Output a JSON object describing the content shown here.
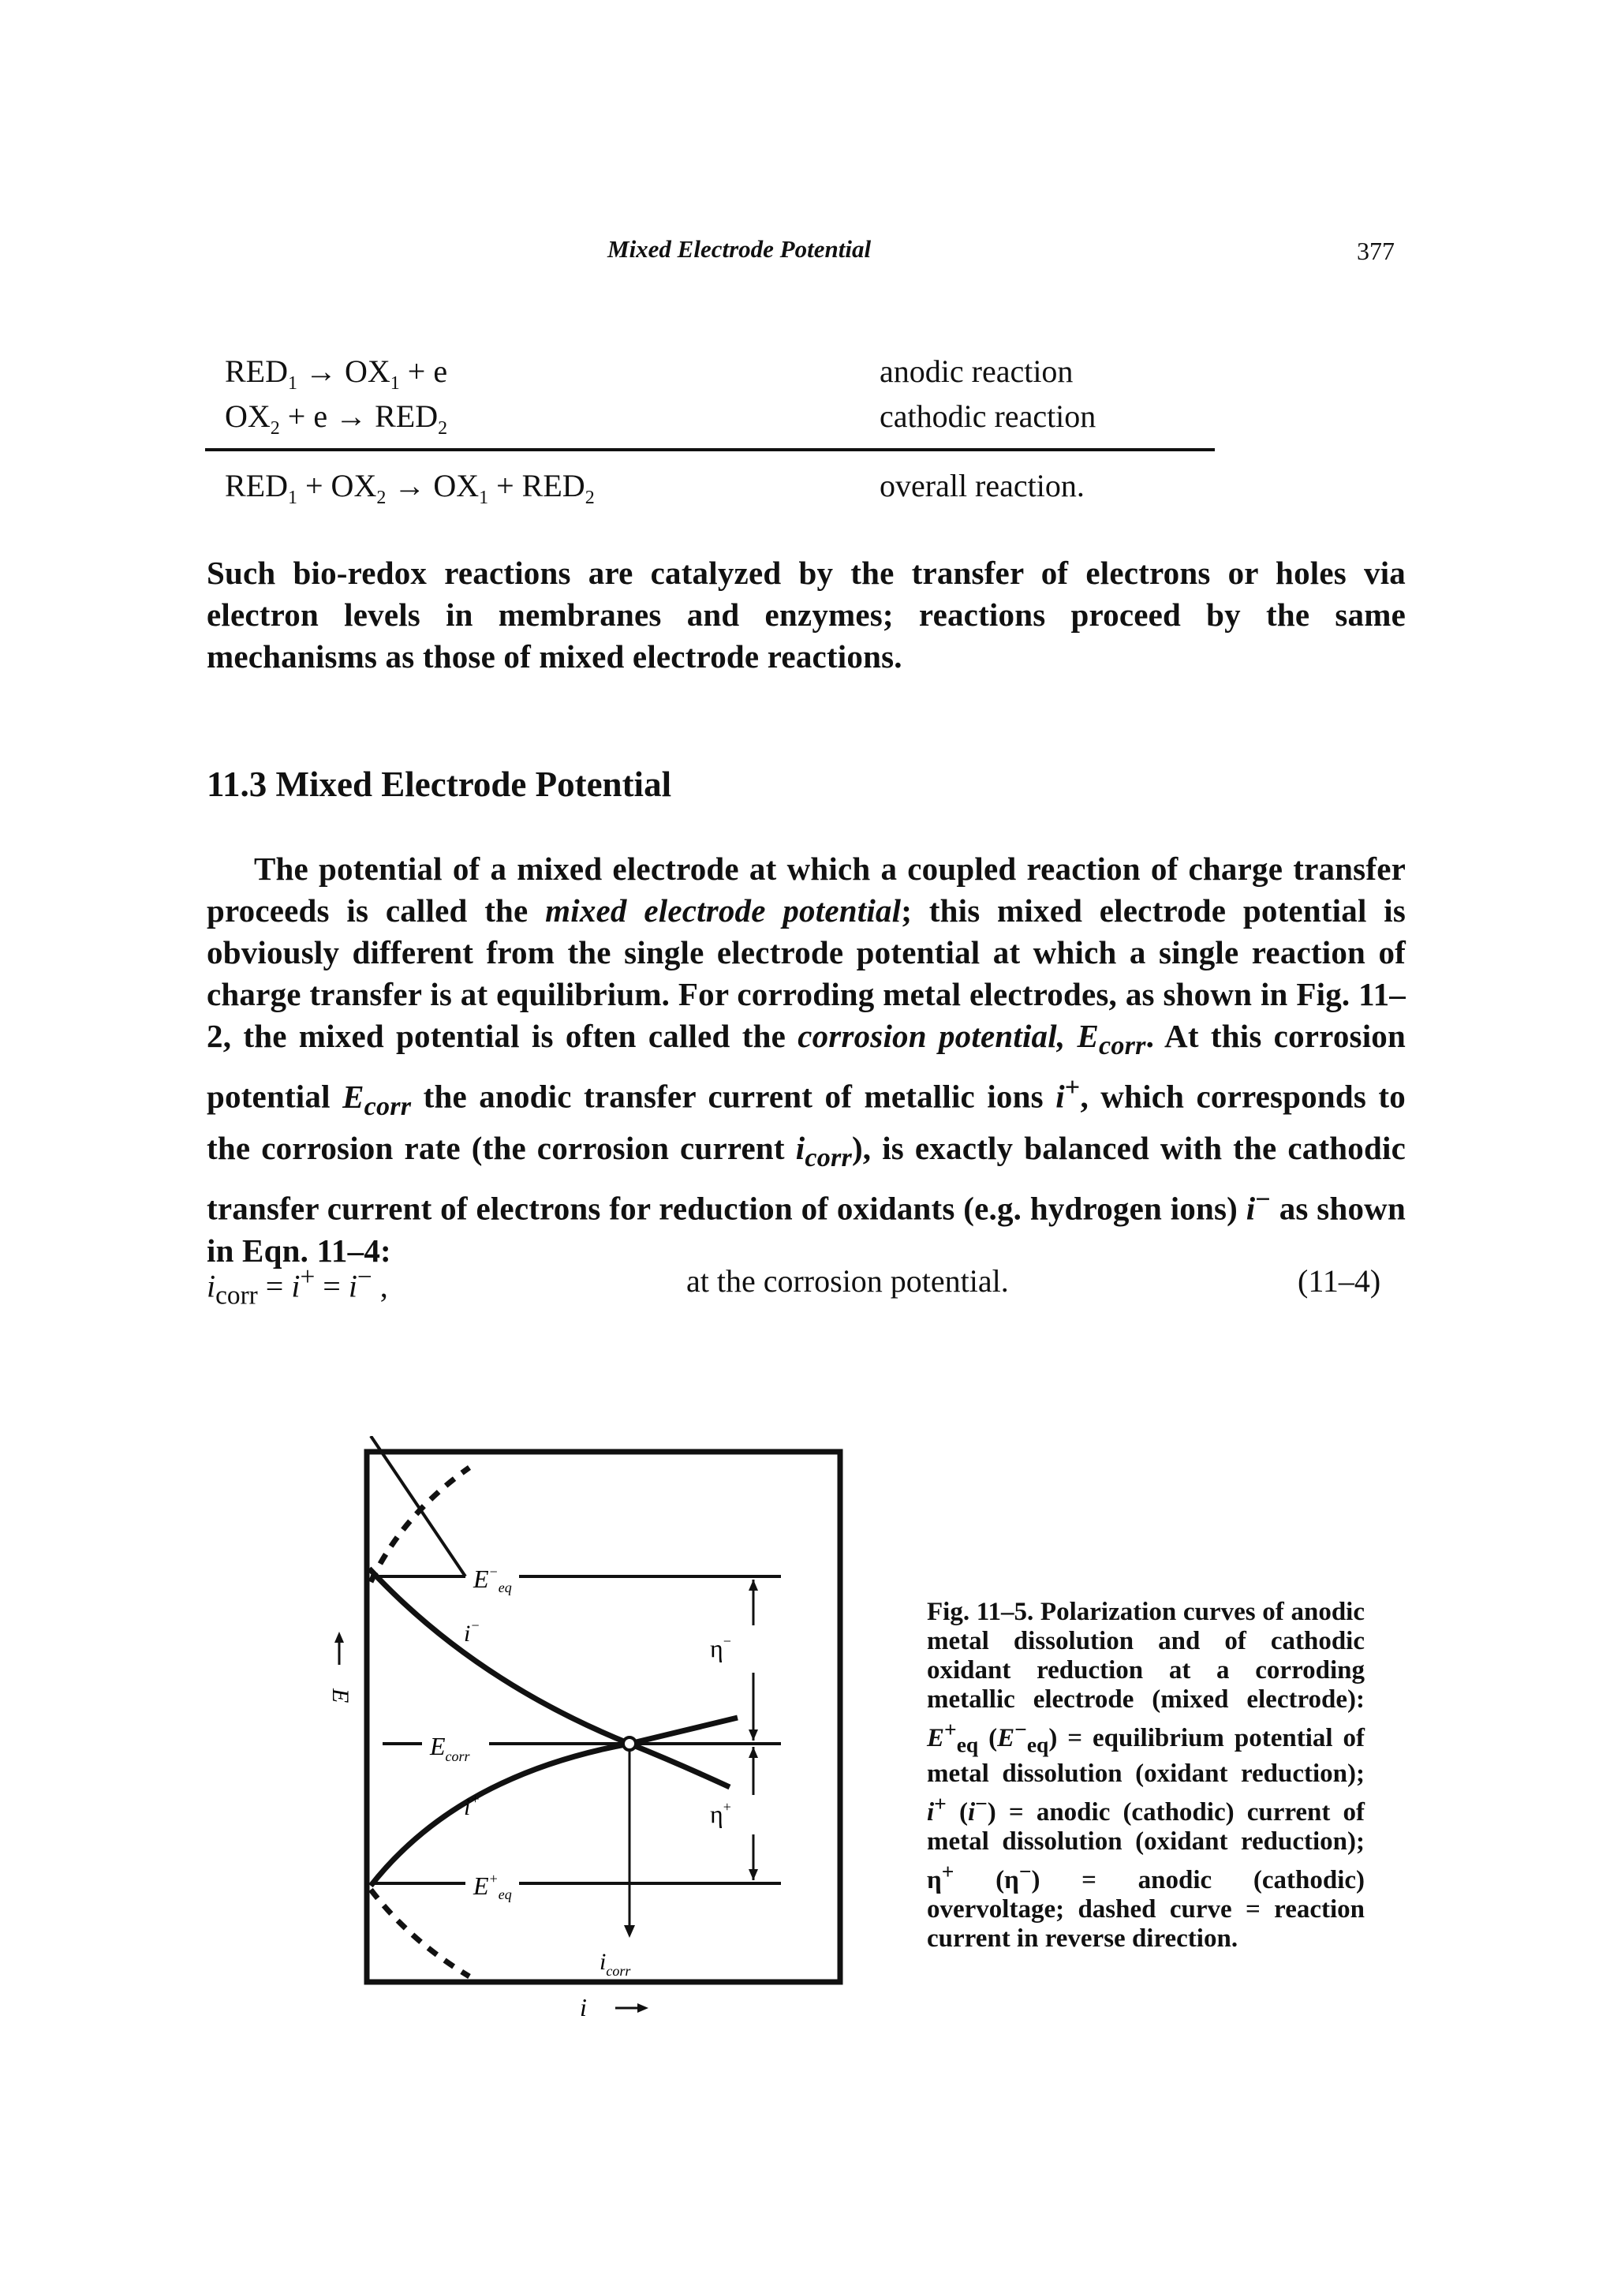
{
  "header": {
    "title": "Mixed Electrode Potential",
    "page_number": "377"
  },
  "reactions": [
    {
      "equation_html": "RED<sub>1</sub> → OX<sub>1</sub> + e",
      "label": "anodic reaction"
    },
    {
      "equation_html": "OX<sub>2</sub> + e → RED<sub>2</sub>",
      "label": "cathodic reaction"
    },
    {
      "equation_html": "RED<sub>1</sub> + OX<sub>2</sub> → OX<sub>1</sub> + RED<sub>2</sub>",
      "label": "overall reaction."
    }
  ],
  "paragraph1": "Such bio-redox reactions are catalyzed by the transfer of electrons or holes via electron levels in membranes and enzymes; reactions proceed by the same mechanisms as those of mixed electrode reactions.",
  "section_heading": "11.3 Mixed Electrode Potential",
  "paragraph2_html": "The potential of a mixed electrode at which a coupled reaction of charge transfer proceeds is called the <i>mixed electrode potential</i>; this mixed electrode potential is obviously different from the single electrode potential at which a single reaction of charge transfer is at equilibrium. For corroding metal electrodes, as shown in Fig. 11–2, the mixed potential is often called the <i>corrosion potential, E<sub>corr</sub></i>. At this corrosion potential <i>E<sub>corr</sub></i> the anodic transfer current of metallic ions <i>i</i><sup>+</sup>, which corresponds to the corrosion rate (the corrosion current <i>i<sub>corr</sub></i>), is exactly balanced with the cathodic transfer current of electrons for reduction of oxidants (e.g. hydrogen ions) <i>i</i><sup>−</sup> as shown in Eqn. 11–4:",
  "equation": {
    "lhs_html": "<i>i</i><sub>corr</sub> = <i>i</i><sup>+</sup> = <i>i</i><sup>−</sup> ,",
    "condition": "at the corrosion potential.",
    "number": "(11–4)"
  },
  "figure": {
    "labels": {
      "E_eq_minus": "E",
      "E_eq_plus": "E",
      "E_corr": "E",
      "corr_sub": "corr",
      "eq_sub": "eq",
      "i_minus": "i",
      "i_plus": "i",
      "eta_minus": "η",
      "eta_plus": "η",
      "i_corr": "i",
      "x_axis": "i",
      "y_axis": "E"
    },
    "caption_html": "<b>Fig. 11–5.</b> Polarization curves of anodic metal dissolution and of cathodic oxidant reduction at a corroding metallic electrode (mixed electrode): <i>E</i><sup>+</sup><sub>eq</sub> (<i>E</i><sup>−</sup><sub>eq</sub>) = equilibrium potential of metal dissolution (oxidant reduction); <i>i</i><sup>+</sup> (<i>i</i><sup>−</sup>) = anodic (cathodic) current of metal dissolution (oxidant reduction); η<sup>+</sup> (η<sup>−</sup>) = anodic (cathodic) overvoltage; dashed curve = reaction current in reverse direction."
  }
}
